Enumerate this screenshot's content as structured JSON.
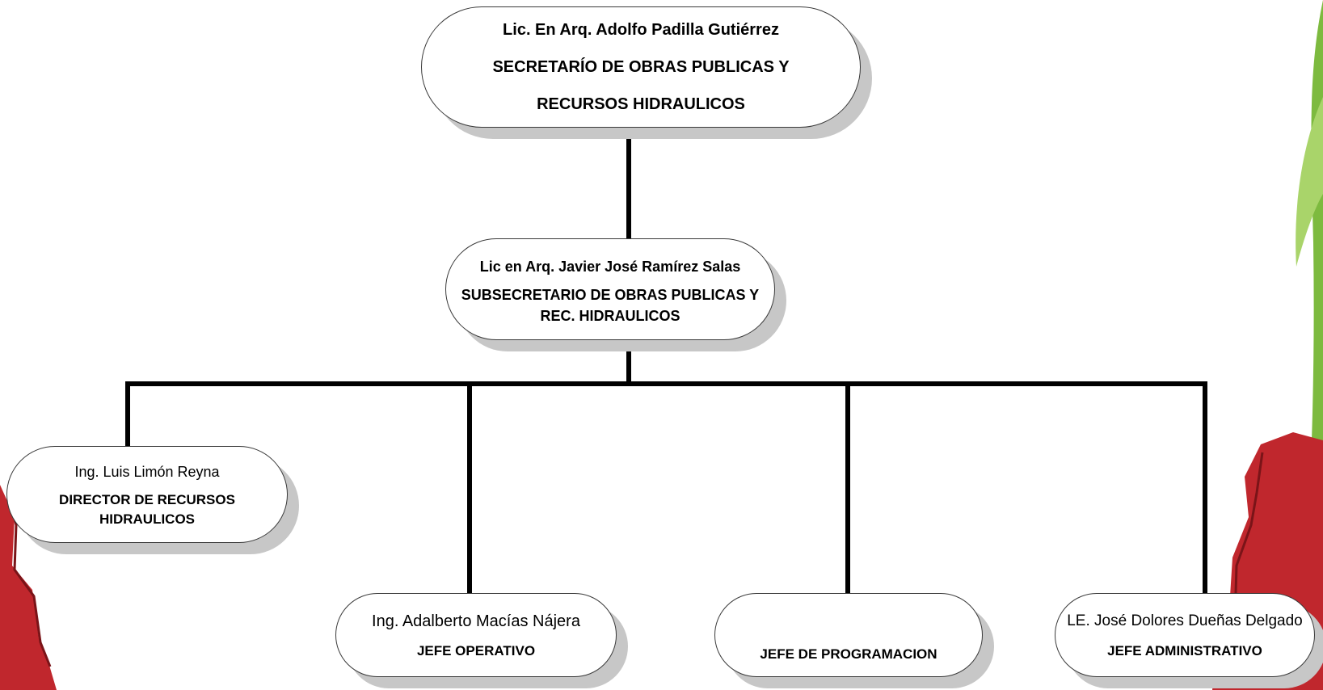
{
  "nodes": {
    "secretario": {
      "name": "Lic. En Arq. Adolfo Padilla Gutiérrez",
      "role_line1": "SECRETARÍO DE OBRAS PUBLICAS Y",
      "role_line2": "RECURSOS HIDRAULICOS"
    },
    "subsecretario": {
      "name": "Lic en Arq. Javier José Ramírez Salas",
      "role_line1": "SUBSECRETARIO DE OBRAS PUBLICAS Y",
      "role_line2": "REC. HIDRAULICOS"
    },
    "director_hidraulicos": {
      "name": "Ing. Luis Limón Reyna",
      "role_line1": "DIRECTOR DE RECURSOS",
      "role_line2": "HIDRAULICOS"
    },
    "jefe_operativo": {
      "name": "Ing. Adalberto Macías Nájera",
      "role": "JEFE OPERATIVO"
    },
    "jefe_programacion": {
      "name": "",
      "role": "JEFE DE PROGRAMACION"
    },
    "jefe_administrativo": {
      "name": "LE. José Dolores Dueñas Delgado",
      "role": "JEFE ADMINISTRATIVO"
    }
  },
  "colors": {
    "decoration_red": "#c0272d",
    "decoration_green": "#7dba3f",
    "connector": "#000000",
    "shadow": "#c7c7c7"
  }
}
